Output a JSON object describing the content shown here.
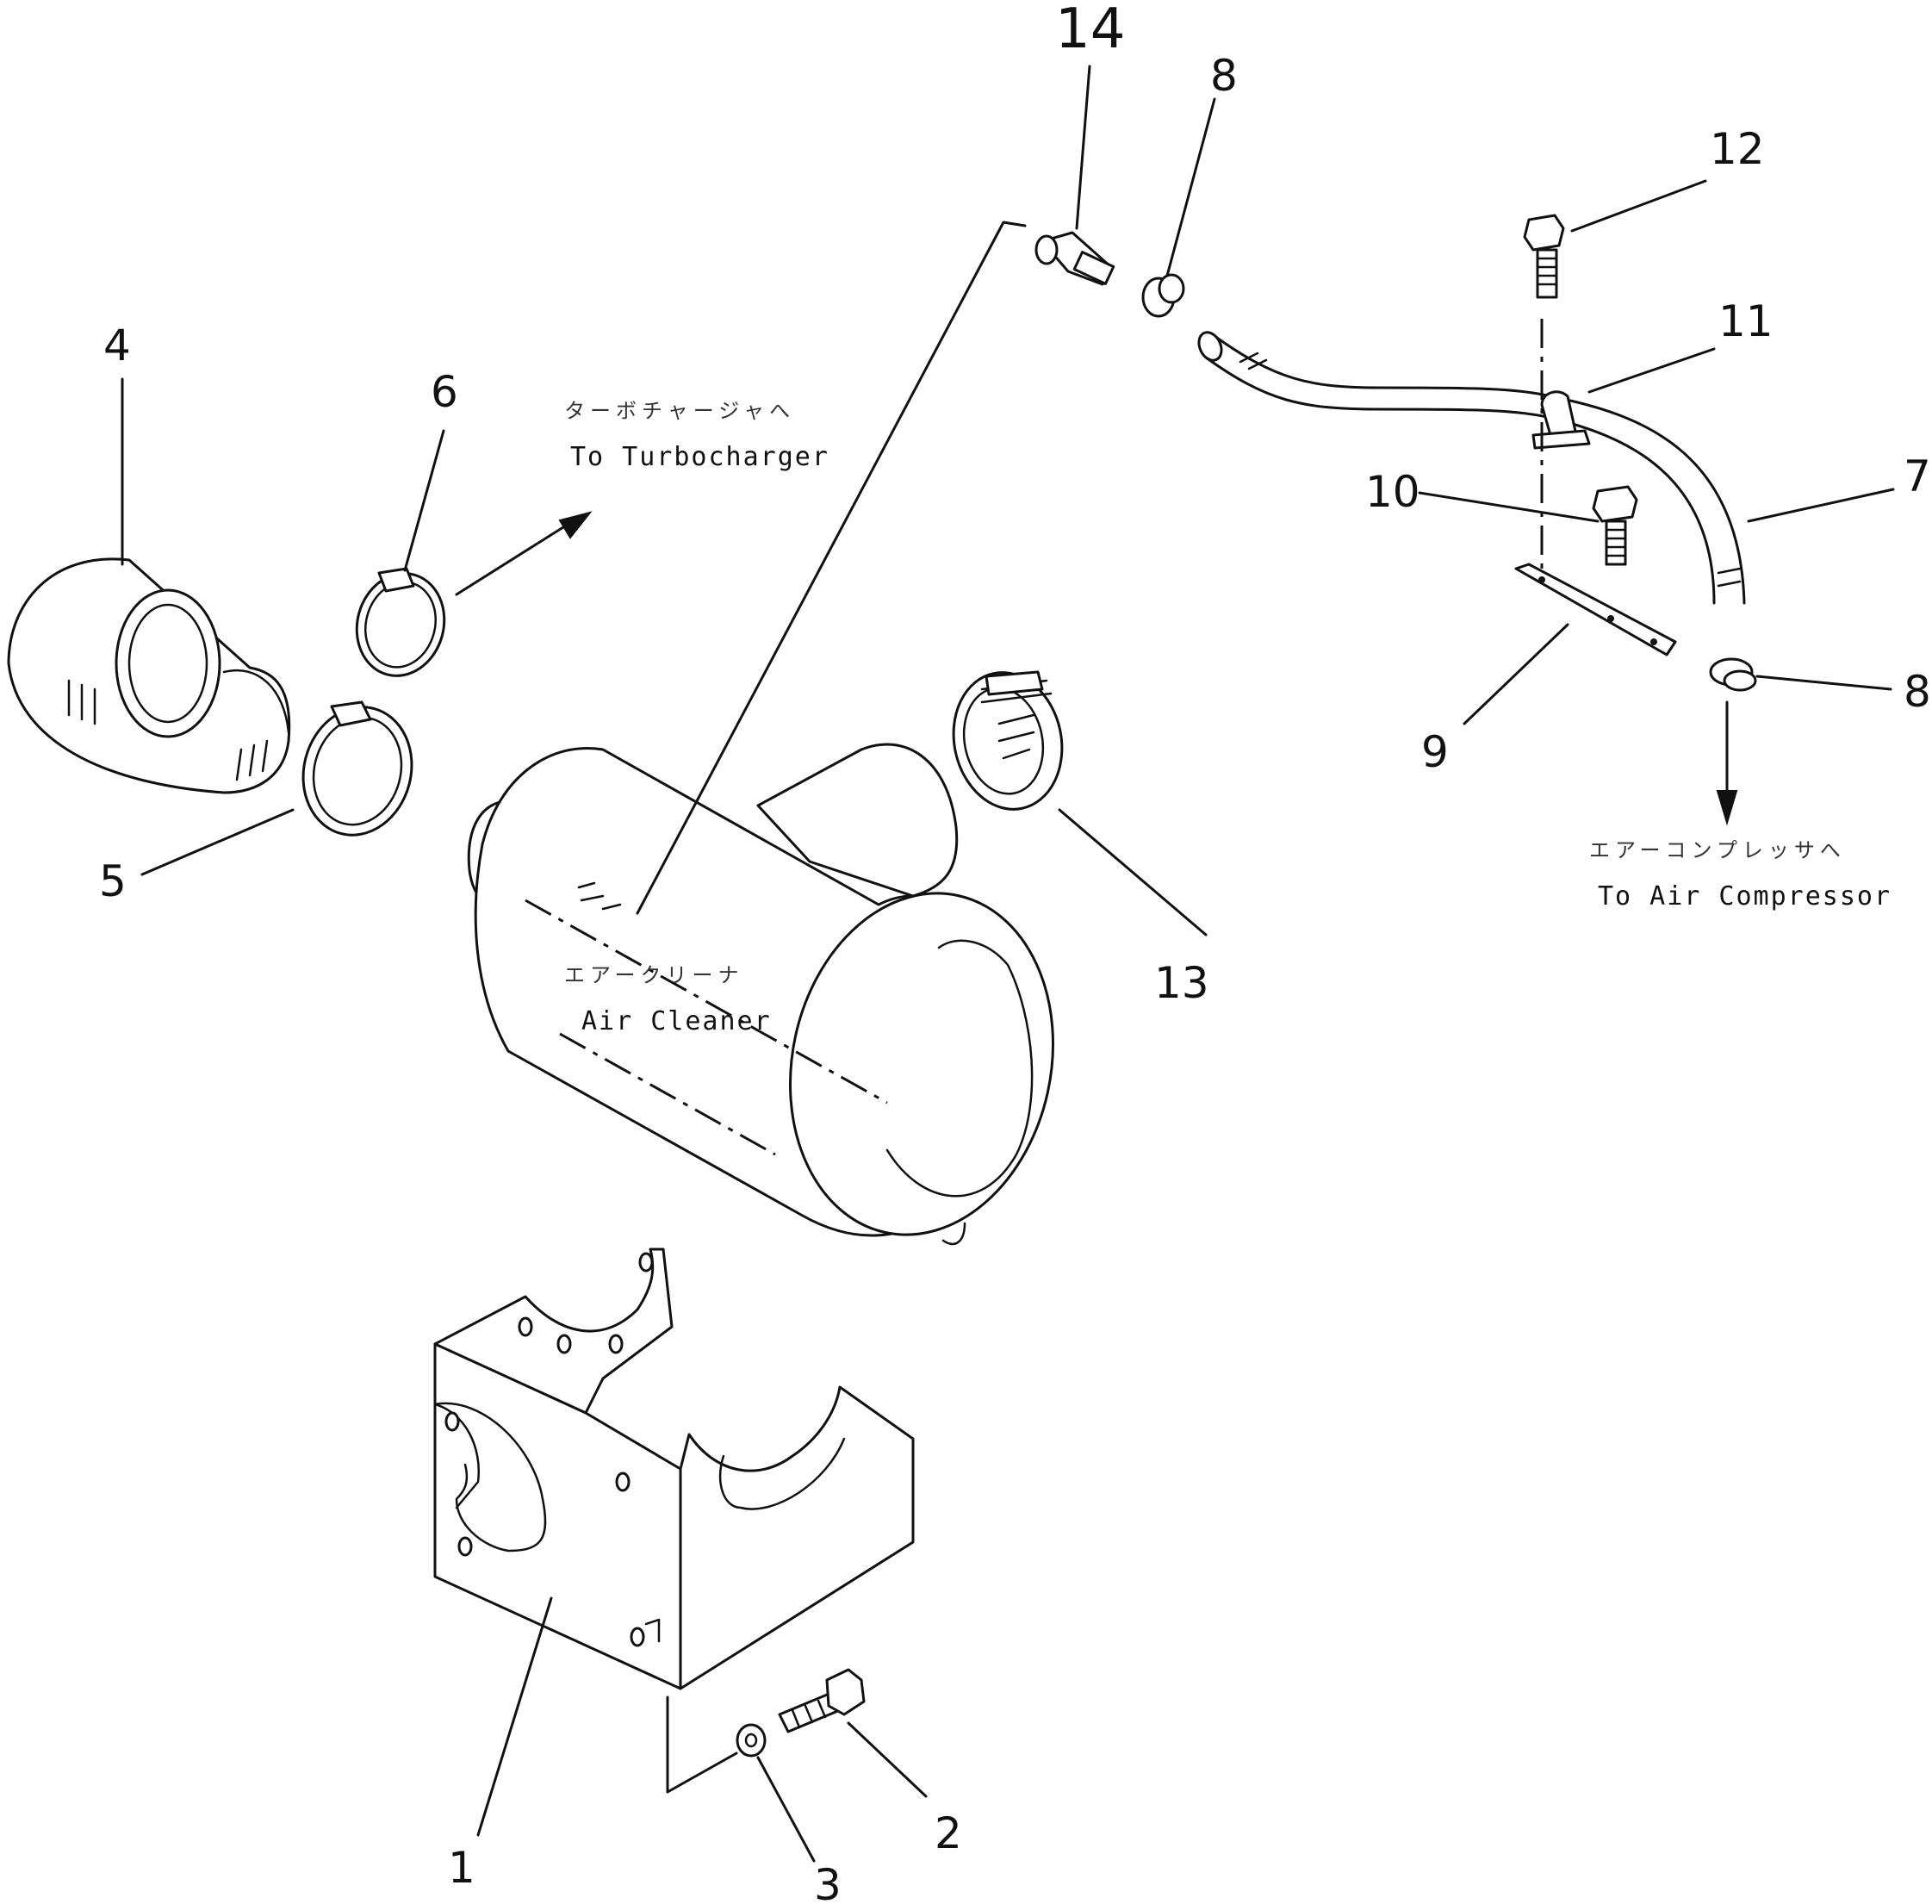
{
  "callouts": {
    "c1": "1",
    "c2": "2",
    "c3": "3",
    "c4": "4",
    "c5": "5",
    "c6": "6",
    "c7": "7",
    "c8a": "8",
    "c8b": "8",
    "c9": "9",
    "c10": "10",
    "c11": "11",
    "c12": "12",
    "c13": "13",
    "c14": "14"
  },
  "notes": {
    "turbo_jp": "ターボチャージャへ",
    "turbo_en": "To Turbocharger",
    "compressor_jp": "エアーコンプレッサへ",
    "compressor_en": "To Air Compressor",
    "cleaner_jp": "エアークリーナ",
    "cleaner_en": "Air Cleaner"
  }
}
